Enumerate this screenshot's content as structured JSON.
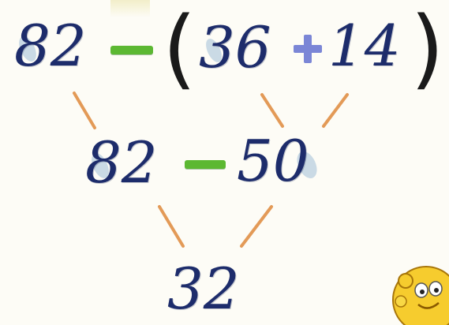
{
  "expression": {
    "first": "82",
    "open_paren": "(",
    "a": "36",
    "b": "14",
    "close_paren": ")"
  },
  "step": {
    "left": "82",
    "right": "50"
  },
  "result": "32",
  "colors": {
    "digits": "#1d2c6b",
    "minus": "#5cb832",
    "plus": "#7b86d6",
    "connector": "#e39a57"
  },
  "icons": {
    "minus": "minus-sign",
    "plus": "plus-sign",
    "character": "cartoon-character-icon"
  }
}
